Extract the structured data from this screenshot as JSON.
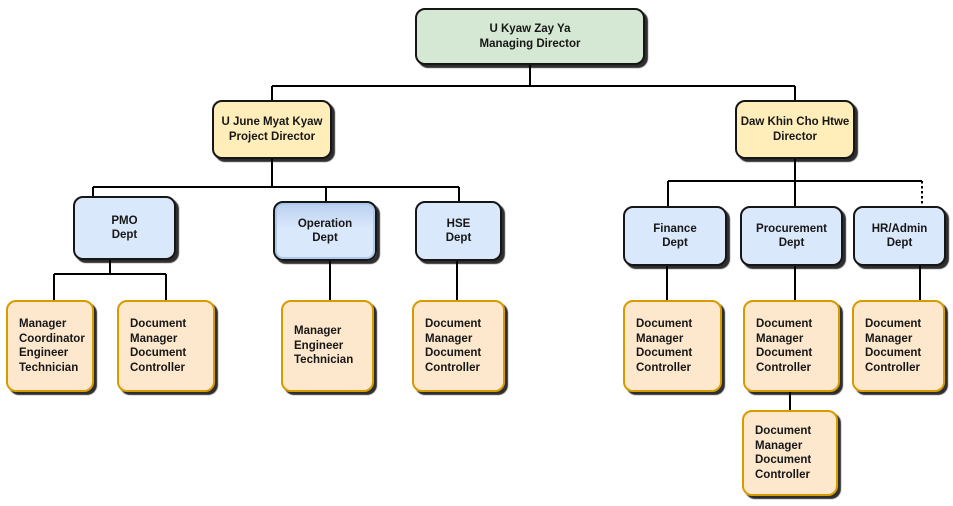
{
  "palette": {
    "level1_fill": "#d5e8d4",
    "level2_fill": "#ffeeba",
    "dept_fill": "#dae8fc",
    "staff_fill": "#fde8cd",
    "staff_border": "#d79b00",
    "box_border": "#161616",
    "connector": "#000000"
  },
  "nodes": {
    "managing_director": {
      "label": "U Kyaw Zay Ya\nManaging Director"
    },
    "project_director": {
      "label": "U June Myat Kyaw\nProject Director"
    },
    "director": {
      "label": "Daw Khin Cho Htwe\nDirector"
    },
    "pmo_dept": {
      "label": "PMO\nDept"
    },
    "operation_dept": {
      "label": "Operation\nDept"
    },
    "hse_dept": {
      "label": "HSE\nDept"
    },
    "finance_dept": {
      "label": "Finance\nDept"
    },
    "procurement_dept": {
      "label": "Procurement\nDept"
    },
    "hr_admin_dept": {
      "label": "HR/Admin\nDept"
    },
    "pmo_staff": {
      "label": "Manager\nCoordinator\nEngineer\nTechnician"
    },
    "pmo_doc_team": {
      "label": "Document\nManager\nDocument\nController"
    },
    "operation_staff": {
      "label": "Manager\nEngineer\nTechnician"
    },
    "hse_doc_team": {
      "label": "Document\nManager\nDocument\nController"
    },
    "finance_doc_team": {
      "label": "Document\nManager\nDocument\nController"
    },
    "procurement_doc_team": {
      "label": "Document\nManager\nDocument\nController"
    },
    "hr_admin_doc_team": {
      "label": "Document\nManager\nDocument\nController"
    },
    "procurement_doc_team_2": {
      "label": "Document\nManager\nDocument\nController"
    }
  }
}
